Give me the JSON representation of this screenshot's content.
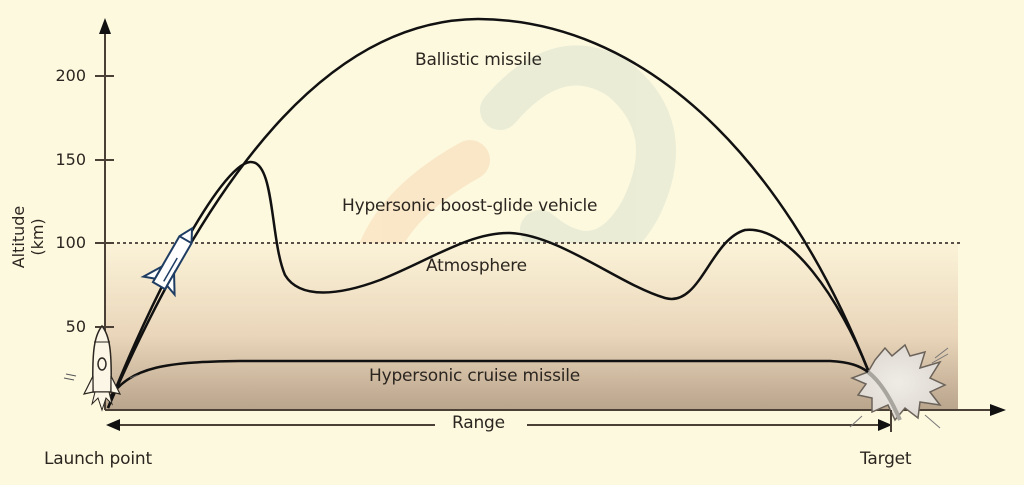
{
  "chart_data": {
    "type": "line",
    "title": "",
    "xlabel": "Range",
    "ylabel": "Altitude (km)",
    "ylim": [
      0,
      240
    ],
    "y_ticks": [
      50,
      100,
      150,
      200
    ],
    "x_endpoints": {
      "start": "Launch point",
      "end": "Target"
    },
    "atmosphere_boundary_km": 100,
    "series": [
      {
        "name": "Ballistic missile",
        "shape": "parabolic arc",
        "peak_altitude_km": 235
      },
      {
        "name": "Hypersonic boost-glide vehicle",
        "shape": "boost then skip-glide",
        "points_km": [
          0,
          150,
          70,
          107,
          66,
          110,
          25
        ]
      },
      {
        "name": "Hypersonic cruise missile",
        "shape": "flat",
        "cruise_altitude_km": 30
      }
    ],
    "annotations": [
      "Atmosphere"
    ]
  },
  "axis": {
    "y_label": "Altitude (km)",
    "y_ticks": [
      "200",
      "150",
      "100",
      "50"
    ],
    "x_label": "Range"
  },
  "labels": {
    "ballistic": "Ballistic missile",
    "boost_glide": "Hypersonic boost-glide vehicle",
    "atmosphere": "Atmosphere",
    "cruise": "Hypersonic cruise missile",
    "launch": "Launch point",
    "target": "Target"
  },
  "colors": {
    "background": "#fdf9df",
    "atmosphere_top": "#fbf1d6",
    "atmosphere_bottom": "#b9a48c",
    "curve": "#111111",
    "axis": "#4a4036"
  }
}
